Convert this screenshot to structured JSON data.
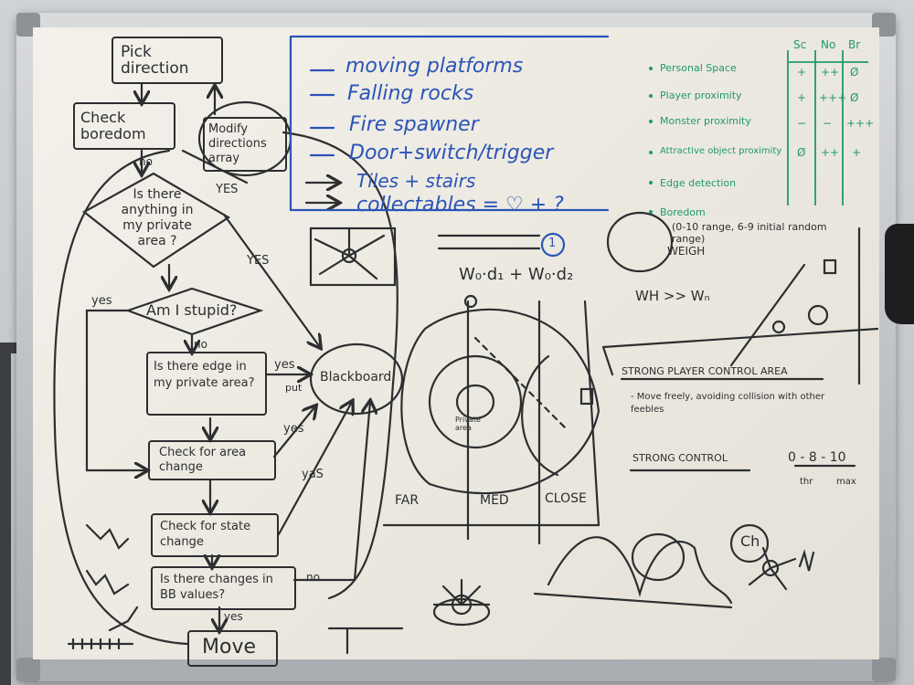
{
  "flowchart": {
    "pick_direction": "Pick direction",
    "check_boredom": "Check boredom",
    "modify_directions": "Modify directions array",
    "private_area_question": "Is there anything in my private area ?",
    "stupid_question": "Am I stupid?",
    "edge_question": "Is there edge in my private area?",
    "blackboard": "Blackboard",
    "check_area_change": "Check for area change",
    "check_state_change": "Check for state change",
    "bb_changes_question": "Is there changes in BB values?",
    "move": "Move",
    "label_no": "no",
    "label_yes": "yes",
    "label_yes_caps": "YES",
    "label_yas": "yaS",
    "label_put": "put"
  },
  "todo_list": {
    "items": [
      "moving platforms",
      "Falling rocks",
      "Fire spawner",
      "Door+switch/trigger",
      "Tiles + stairs",
      "collectables = ♡ + ?"
    ]
  },
  "behaviour_table": {
    "headers": [
      "Sc",
      "No",
      "Br"
    ],
    "rows": [
      {
        "label": "Personal Space",
        "sc": "+",
        "no": "++",
        "br": "Ø"
      },
      {
        "label": "Player proximity",
        "sc": "+",
        "no": "+++",
        "br": "Ø"
      },
      {
        "label": "Monster proximity",
        "sc": "−",
        "no": "−",
        "br": "+++"
      },
      {
        "label": "Attractive object proximity",
        "sc": "Ø",
        "no": "++",
        "br": "+"
      },
      {
        "label": "Edge detection",
        "sc": "",
        "no": "",
        "br": ""
      },
      {
        "label": "Boredom",
        "sc": "",
        "no": "",
        "br": ""
      }
    ]
  },
  "notes": {
    "range_note": "(0-10 range, 6-9 initial random range)",
    "weigh": "WEIGH",
    "formula": "W₀·d₁ + W₀·d₂",
    "wh_ww": "WH >> Wₙ",
    "strong_area": "STRONG PLAYER CONTROL AREA",
    "move_freely": "- Move freely, avoiding collision with other feebles",
    "strong_control": "STRONG CONTROL",
    "scale": "0 - 8 - 10",
    "thr": "thr",
    "max": "max",
    "far": "FAR",
    "med": "MED",
    "close": "CLOSE",
    "private_area": "Private area",
    "ch": "Ch",
    "num_one": "1"
  },
  "colors": {
    "marker_black": "#2c2e30",
    "marker_blue": "#2b54b8",
    "marker_green": "#1f9a6a",
    "board": "#efede5"
  }
}
